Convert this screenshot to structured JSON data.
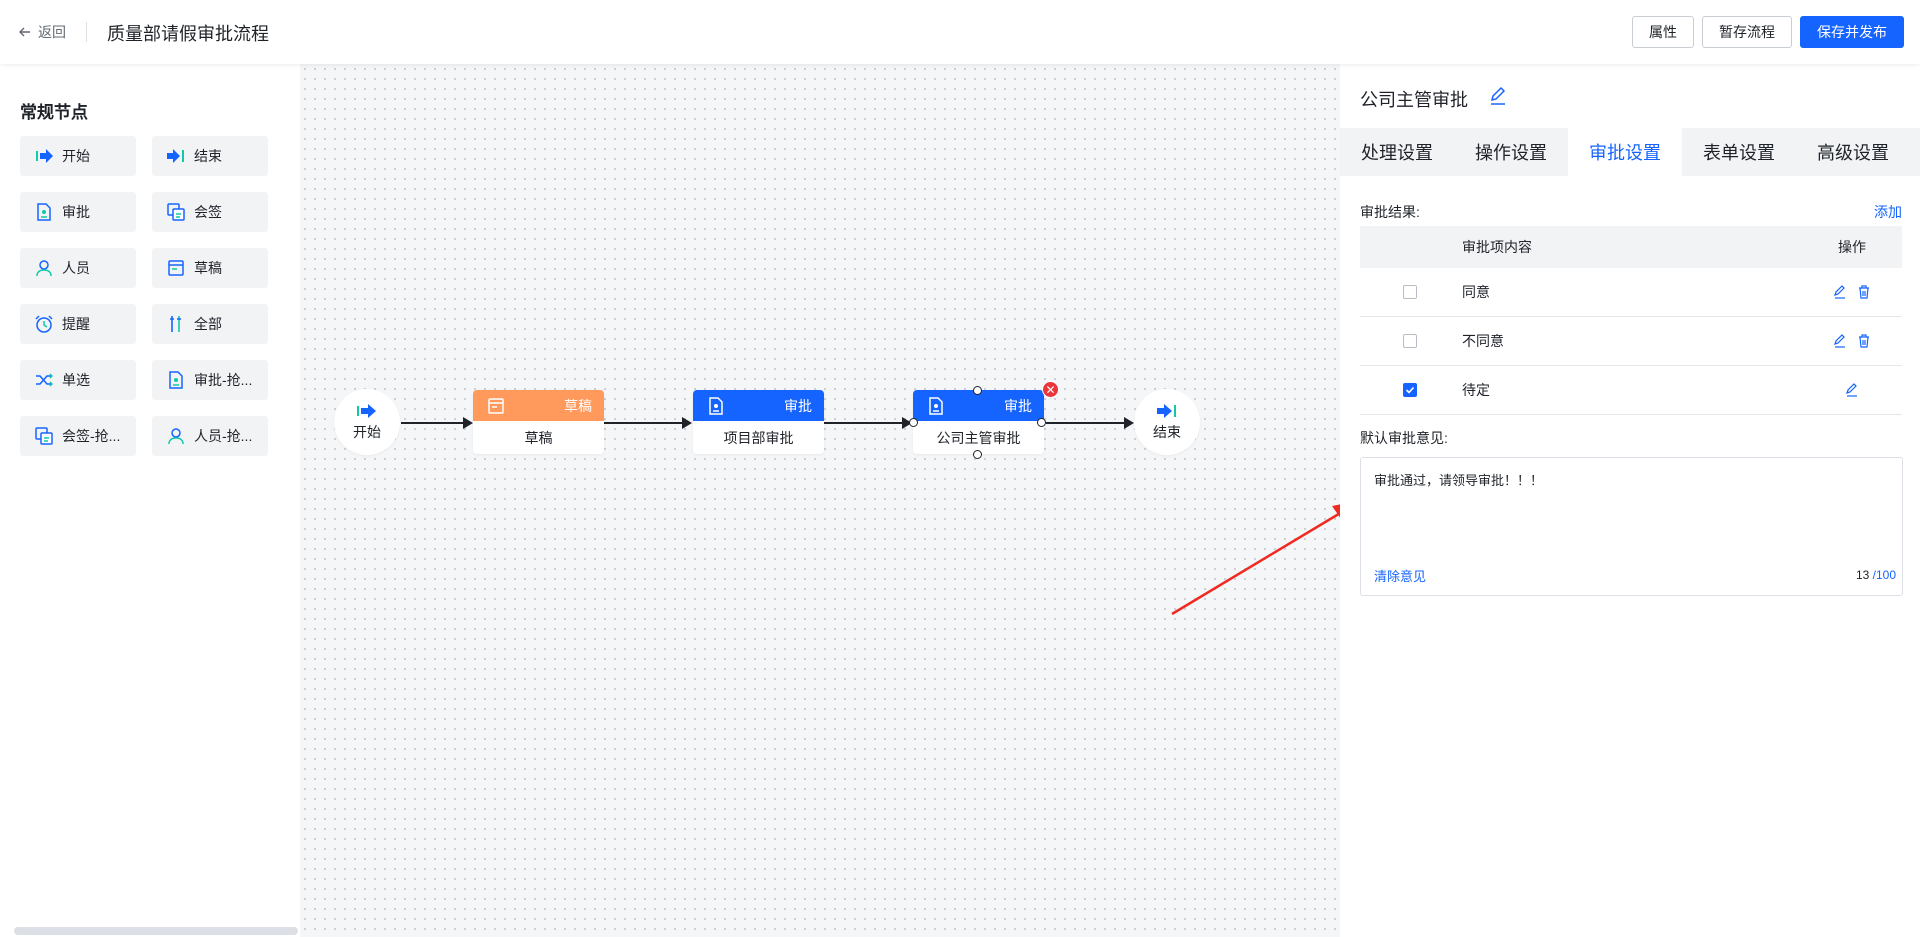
{
  "header": {
    "back_label": "返回",
    "title": "质量部请假审批流程",
    "buttons": {
      "properties": "属性",
      "save_draft": "暂存流程",
      "save_publish": "保存并发布"
    }
  },
  "palette": {
    "title": "常规节点",
    "items": [
      {
        "label": "开始",
        "icon": "start-flag-icon"
      },
      {
        "label": "结束",
        "icon": "end-flag-icon"
      },
      {
        "label": "审批",
        "icon": "approval-doc-icon"
      },
      {
        "label": "会签",
        "icon": "countersign-icon"
      },
      {
        "label": "人员",
        "icon": "person-icon"
      },
      {
        "label": "草稿",
        "icon": "draft-icon"
      },
      {
        "label": "提醒",
        "icon": "alarm-clock-icon"
      },
      {
        "label": "全部",
        "icon": "all-icon"
      },
      {
        "label": "单选",
        "icon": "shuffle-icon"
      },
      {
        "label": "审批-抢...",
        "icon": "approval-grab-icon"
      },
      {
        "label": "会签-抢...",
        "icon": "countersign-grab-icon"
      },
      {
        "label": "人员-抢...",
        "icon": "person-grab-icon"
      }
    ]
  },
  "flow": {
    "start_label": "开始",
    "end_label": "结束",
    "nodes": [
      {
        "type_label": "草稿",
        "name": "草稿",
        "color": "#ff9a5c"
      },
      {
        "type_label": "审批",
        "name": "项目部审批",
        "color": "#1664ff"
      },
      {
        "type_label": "审批",
        "name": "公司主管审批",
        "color": "#1664ff"
      }
    ]
  },
  "inspector": {
    "node_title": "公司主管审批",
    "tabs": [
      "处理设置",
      "操作设置",
      "审批设置",
      "表单设置",
      "高级设置"
    ],
    "active_tab": "审批设置",
    "result_label": "审批结果:",
    "add_label": "添加",
    "table": {
      "col_content": "审批项内容",
      "col_action": "操作",
      "rows": [
        {
          "label": "同意",
          "checked": false
        },
        {
          "label": "不同意",
          "checked": false
        },
        {
          "label": "待定",
          "checked": true
        }
      ]
    },
    "default_opinion_label": "默认审批意见:",
    "default_opinion_value": "审批通过，请领导审批！！！",
    "clear_label": "清除意见",
    "count_current": "13",
    "count_max": "/100"
  },
  "colors": {
    "accent": "#1664ff",
    "draft": "#ff9a5c",
    "danger": "#e8363a",
    "annotation": "#f02a21"
  }
}
